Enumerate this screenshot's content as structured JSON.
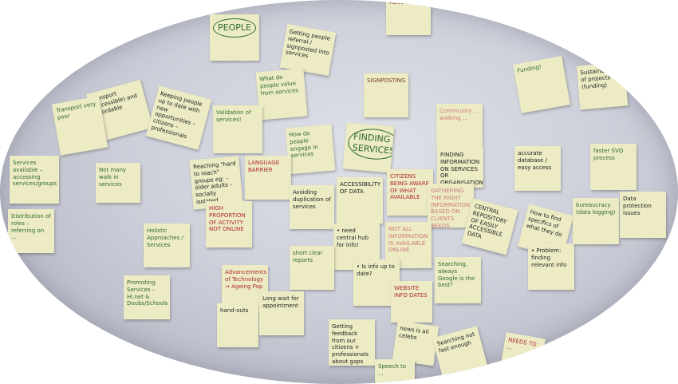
{
  "notes": [
    {
      "text": "PEOPLE",
      "ink": "green",
      "circled": true
    },
    {
      "text": "Getting people referral / signposted into services",
      "ink": "black"
    },
    {
      "text": "RESOURCES",
      "ink": "brown"
    },
    {
      "text": "What do people value from services",
      "ink": "green"
    },
    {
      "text": "SIGNPOSTING",
      "ink": "brown"
    },
    {
      "text": "Funding!",
      "ink": "green"
    },
    {
      "text": "Sustainability of projects (funding)",
      "ink": "black"
    },
    {
      "text": "Transport (accessible) and affordable",
      "ink": "black"
    },
    {
      "text": "Transport very poor",
      "ink": "green"
    },
    {
      "text": "Keeping people up to date with new opportunities – citizens – professionals",
      "ink": "black"
    },
    {
      "text": "Validation of services!",
      "ink": "green"
    },
    {
      "text": "How do people engage in services",
      "ink": "green"
    },
    {
      "text": "FINDING SERVICES",
      "ink": "green",
      "circled": true
    },
    {
      "text": "Community ... walking ...",
      "ink": "faint-red"
    },
    {
      "text": "FINDING INFORMATION ON SERVICES OR ORGANISATIONS",
      "ink": "black"
    },
    {
      "text": "accurate database / easy access",
      "ink": "black"
    },
    {
      "text": "faster SVQ process",
      "ink": "green"
    },
    {
      "text": "Services available – accessing services/groups",
      "ink": "green"
    },
    {
      "text": "Not many walk in services",
      "ink": "green"
    },
    {
      "text": "Reaching \"hard to reach\" groups eg: – older adults – socially isolated",
      "ink": "black"
    },
    {
      "text": "LANGUAGE BARRIER",
      "ink": "red"
    },
    {
      "text": "HIGH PROPORTION OF ACTIVITY NOT ONLINE",
      "ink": "red"
    },
    {
      "text": "Avoiding duplication of services",
      "ink": "black"
    },
    {
      "text": "ACCESSIBILITY OF DATA",
      "ink": "black"
    },
    {
      "text": "CITIZENS BEING AWARE OF WHAT AVAILABLE",
      "ink": "red"
    },
    {
      "text": "GATHERING THE RIGHT INFORMATION BASED ON CLIENTS NEEDS",
      "ink": "faint-red"
    },
    {
      "text": "CENTRAL REPOSITORY OF EASILY ACCESSIBLE DATA",
      "ink": "black"
    },
    {
      "text": "How to find specifics of what they do",
      "ink": "black"
    },
    {
      "text": "• Problem: finding relevant info",
      "ink": "black"
    },
    {
      "text": "bureaucracy (data logging)",
      "ink": "green"
    },
    {
      "text": "Data protection issues",
      "ink": "black"
    },
    {
      "text": "Distribution of roles – referring on ...",
      "ink": "green"
    },
    {
      "text": "Holistic Approaches / Services",
      "ink": "green"
    },
    {
      "text": "• need central hub for info!",
      "ink": "black"
    },
    {
      "text": "NOT ALL INFORMATION IS AVAILABLE ONLINE",
      "ink": "faint-red"
    },
    {
      "text": "short clear reports",
      "ink": "green"
    },
    {
      "text": "Advancements of Technology → Ageing Pop",
      "ink": "red"
    },
    {
      "text": "hand-outs",
      "ink": "black"
    },
    {
      "text": "Long wait for appointment",
      "ink": "black"
    },
    {
      "text": "Promoting Services – Hi.net & Doubs/Schools",
      "ink": "green"
    },
    {
      "text": "• Is info up to date?",
      "ink": "black"
    },
    {
      "text": "Searching, always Google is the best?",
      "ink": "green"
    },
    {
      "text": "WEBSITE INFO DATES",
      "ink": "red"
    },
    {
      "text": "Getting feedback from our citizens + professionals about gaps",
      "ink": "black"
    },
    {
      "text": "news is all celebs",
      "ink": "black"
    },
    {
      "text": "Searching not fast enough",
      "ink": "black"
    },
    {
      "text": "NEEDS TO ...",
      "ink": "red"
    },
    {
      "text": "Speech to ...",
      "ink": "green"
    }
  ],
  "colors": {
    "note": "#ecebc4",
    "wall": "#cdd0da",
    "green_ink": "#2f6b2f",
    "red_ink": "#b0283a",
    "black_ink": "#222222"
  }
}
